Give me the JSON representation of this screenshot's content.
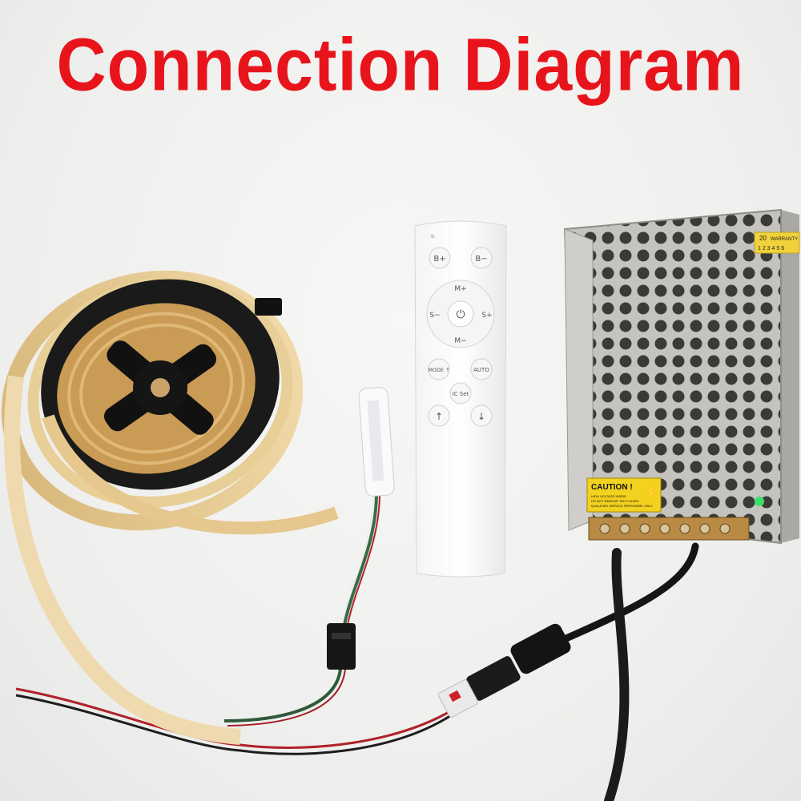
{
  "title": "Connection Diagram",
  "remote": {
    "buttons": {
      "b_plus": "B+",
      "b_minus": "B−",
      "m_plus": "M+",
      "m_minus": "M−",
      "s_minus": "S−",
      "s_plus": "S+",
      "mode": "MODE ↑",
      "auto": "AUTO",
      "ic_set": "IC Set",
      "up": "↑",
      "down": "↓"
    }
  },
  "power_supply": {
    "caution_label": "CAUTION !",
    "caution_line1": "HIGH VOLTAGE INSIDE",
    "caution_line2": "DO NOT REMOVE THIS COVER",
    "caution_line3": "QUALIFIED SERVICE PERSONNEL ONLY",
    "warranty_number": "20",
    "warranty_label": "WARRANTY",
    "warranty_digits": "1 2 3 4 5 6"
  },
  "colors": {
    "title": "#e8141b",
    "strip": "#e3c48b",
    "reel": "#1a1a1a",
    "psu": "#b9b9b4"
  }
}
